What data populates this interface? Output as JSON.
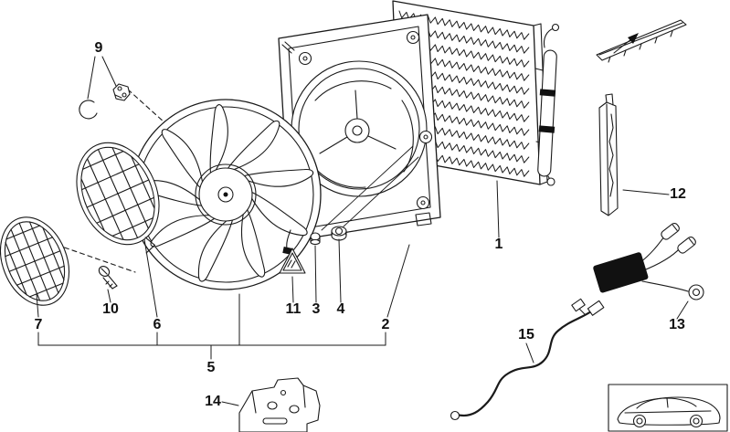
{
  "diagram": {
    "type": "exploded-parts-diagram",
    "background_color": "#ffffff",
    "line_color": "#1a1a1a",
    "accent_fill": "#111111",
    "callouts": [
      {
        "label": "1"
      },
      {
        "label": "2"
      },
      {
        "label": "3"
      },
      {
        "label": "4"
      },
      {
        "label": "5"
      },
      {
        "label": "6"
      },
      {
        "label": "7"
      },
      {
        "label": "9"
      },
      {
        "label": "10"
      },
      {
        "label": "11"
      },
      {
        "label": "12"
      },
      {
        "label": "13"
      },
      {
        "label": "14"
      },
      {
        "label": "15"
      }
    ]
  }
}
